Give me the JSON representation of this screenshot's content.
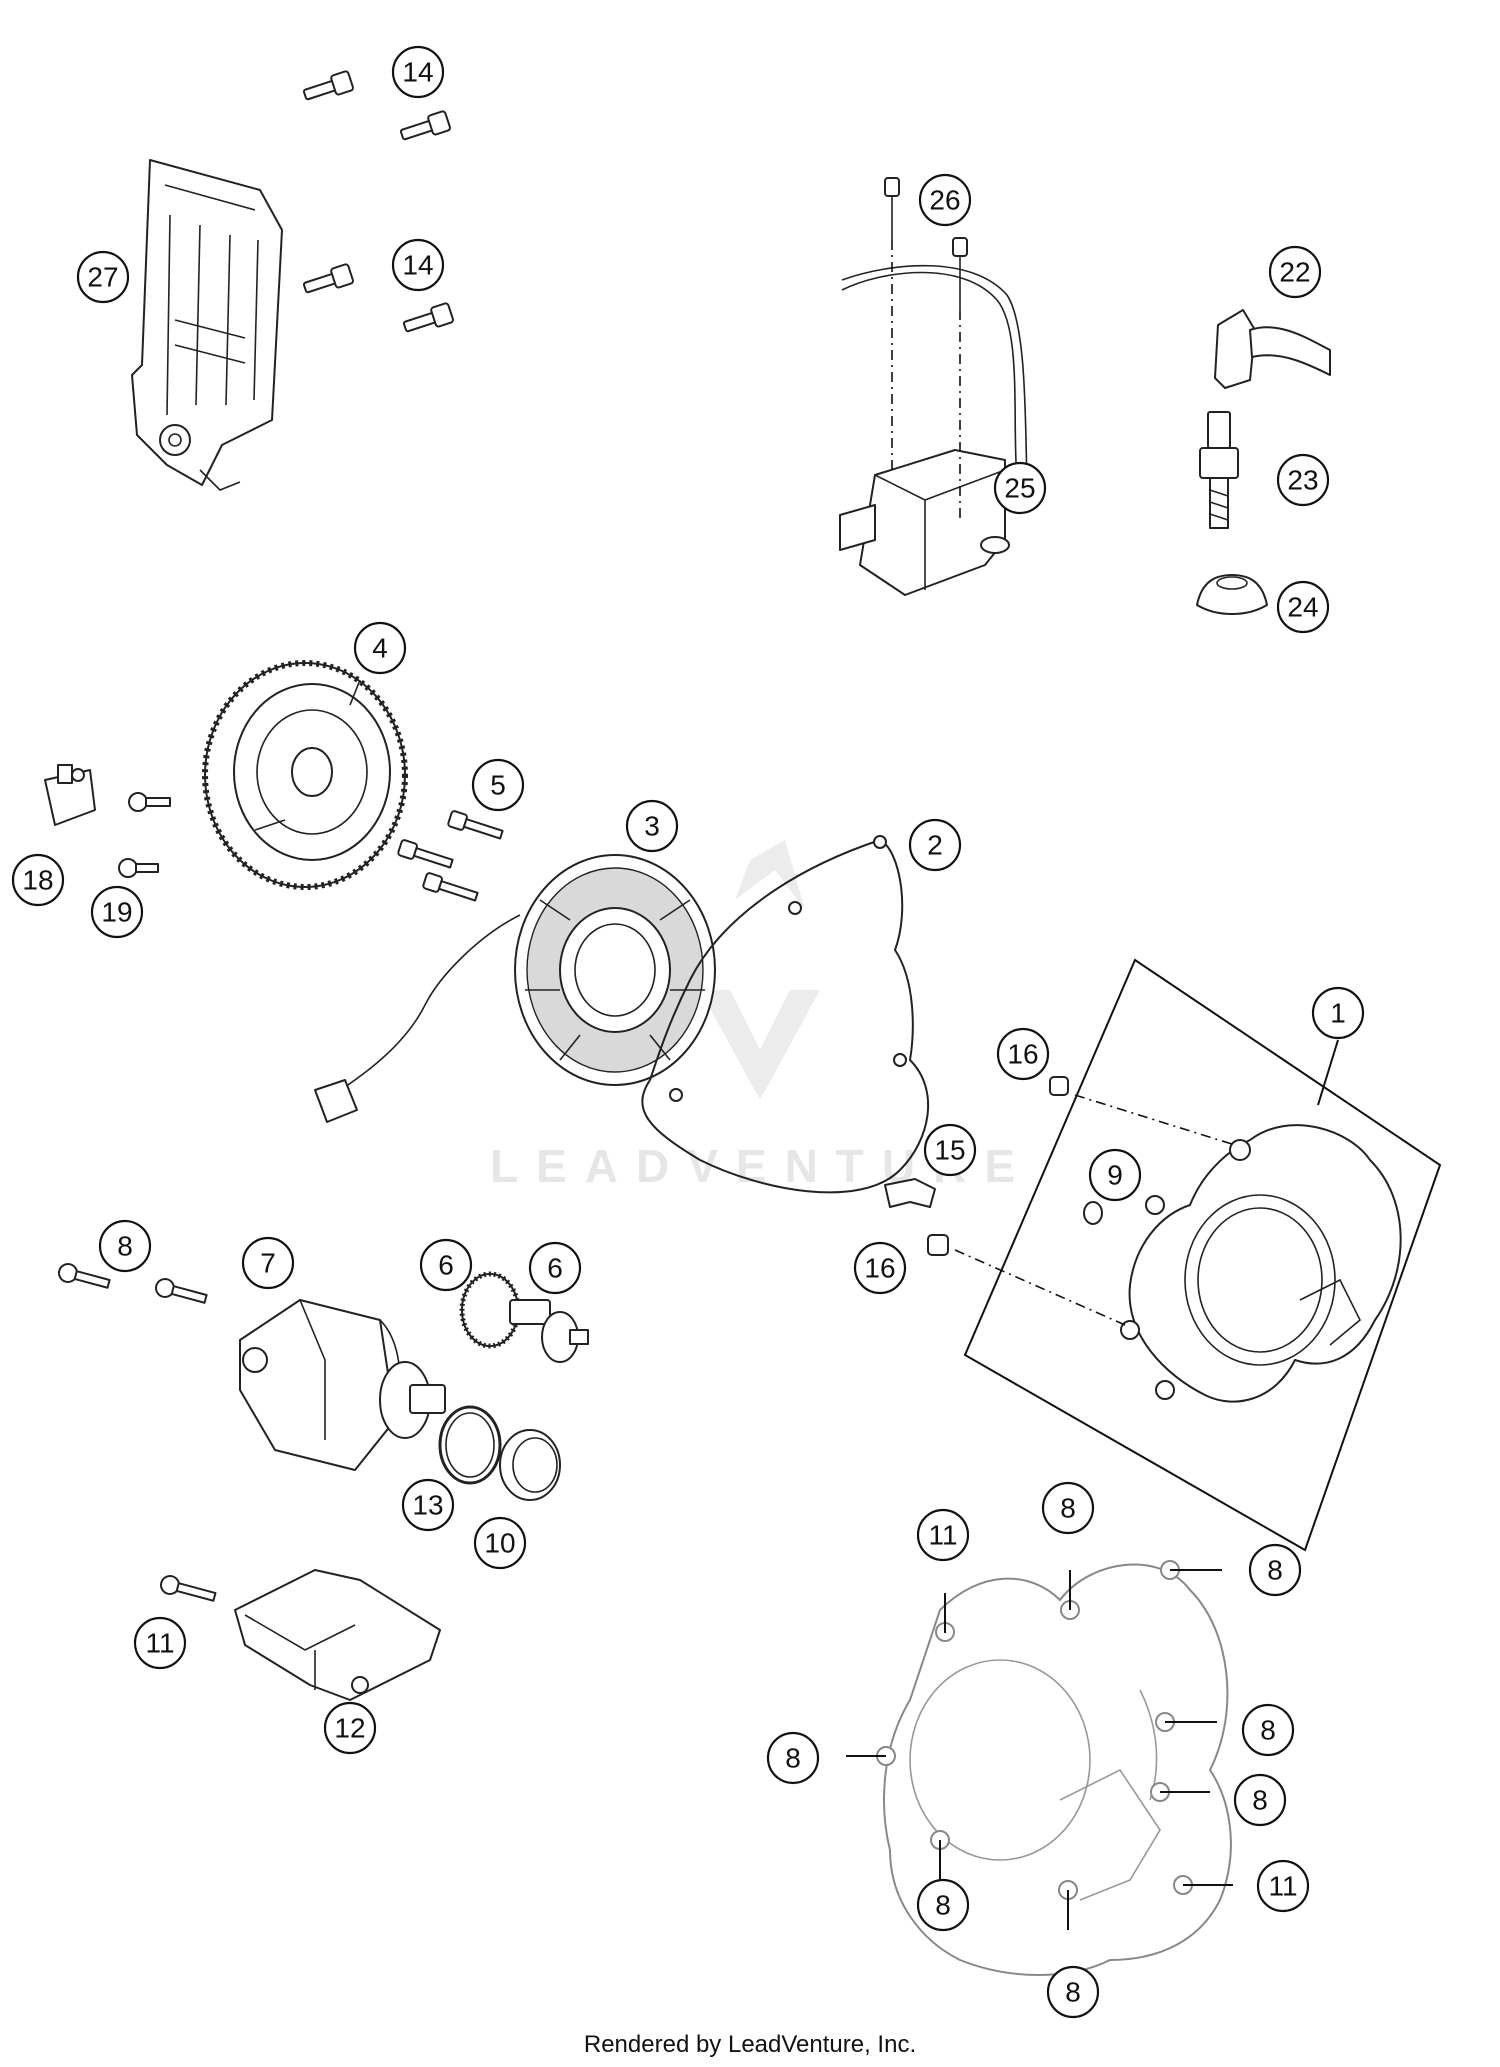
{
  "diagram": {
    "watermark": "LEADVENTURE",
    "footer": "Rendered by LeadVenture, Inc.",
    "callouts": {
      "c14a": "14",
      "c14b": "14",
      "c27": "27",
      "c26": "26",
      "c22": "22",
      "c25": "25",
      "c23": "23",
      "c24": "24",
      "c4": "4",
      "c5": "5",
      "c3": "3",
      "c2": "2",
      "c18": "18",
      "c19": "19",
      "c1": "1",
      "c16a": "16",
      "c9": "9",
      "c15": "15",
      "c16b": "16",
      "c8a": "8",
      "c7": "7",
      "c6a": "6",
      "c6b": "6",
      "c13": "13",
      "c10": "10",
      "c11a": "11",
      "c12": "12",
      "c8b": "8",
      "c11b": "11",
      "c8c": "8",
      "c8d": "8",
      "c8e": "8",
      "c8f": "8",
      "c8g": "8",
      "c8h": "8",
      "c11c": "11"
    }
  },
  "colors": {
    "line": "#222222",
    "callout_stroke": "#111111",
    "watermark": "#e6e6e6",
    "background": "#ffffff"
  }
}
